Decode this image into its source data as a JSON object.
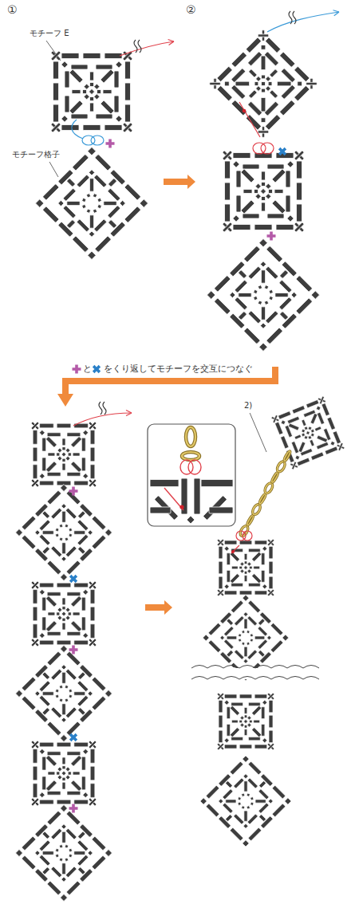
{
  "diagram": {
    "labels": [
      "①",
      "モチーフ E",
      "モチーフ格子",
      "②",
      "と",
      "をくり返してモチーフを交互につなぐ",
      "2)"
    ]
  }
}
